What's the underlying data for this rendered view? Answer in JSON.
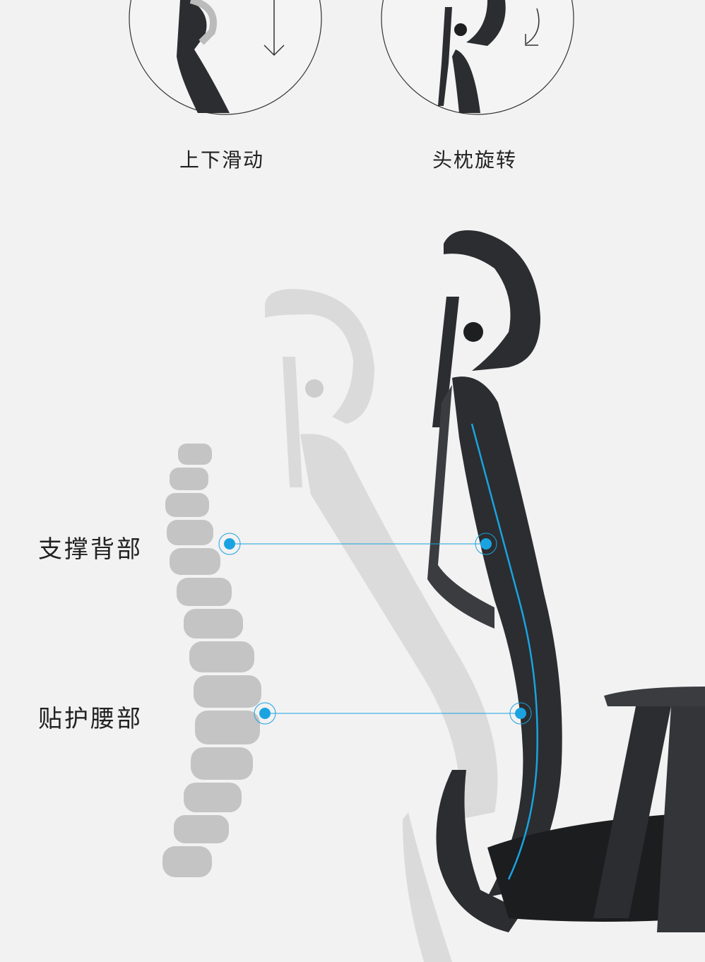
{
  "features": [
    {
      "label": "上下滑动",
      "icon": "arrow-down-icon"
    },
    {
      "label": "头枕旋转",
      "icon": "rotate-arrow-icon"
    }
  ],
  "callouts": [
    {
      "label": "支撑背部"
    },
    {
      "label": "贴护腰部"
    }
  ],
  "colors": {
    "background": "#f2f2f2",
    "accent": "#1aa3e0",
    "chair": "#2b2d30",
    "ghost_chair": "#d6d6d6",
    "spine": "#c4c4c4"
  }
}
